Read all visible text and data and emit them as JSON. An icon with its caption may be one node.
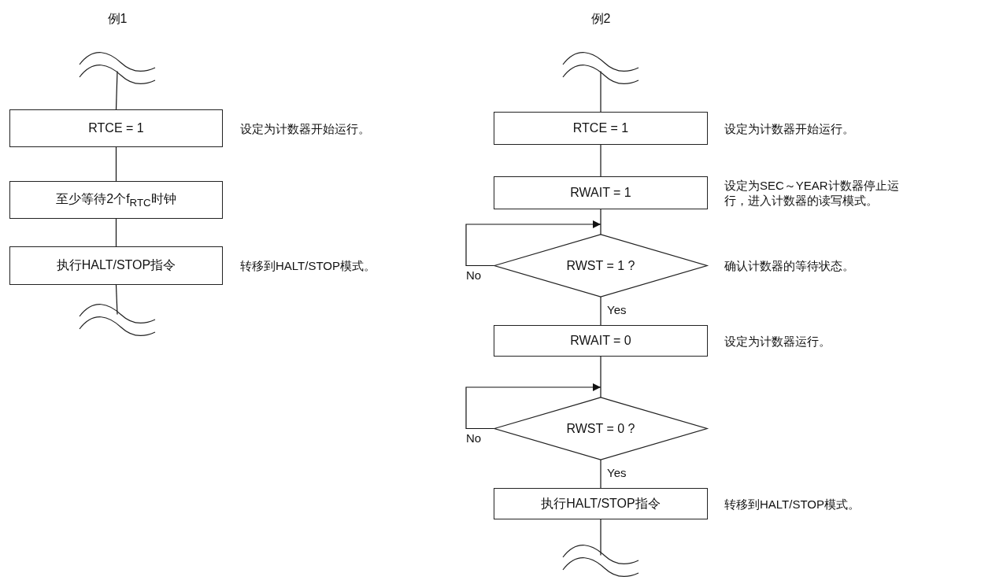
{
  "diagram": {
    "nodes": [
      {
        "text": [],
        "shape": "break"
      },
      {
        "text": [
          "RTCE = 1"
        ],
        "beside": [
          "设定为计数器开始运行。"
        ]
      },
      {
        "text": [
          "至少等待2个f$_{RTC}$时钟"
        ]
      },
      {
        "text": [
          "执行HALT/STOP指令"
        ],
        "beside": [
          "转移到HALT/STOP模式。"
        ]
      },
      {
        "text": [],
        "shape": "break"
      },
      {
        "text": [],
        "shape": "break"
      },
      {
        "text": [
          "RTCE = 1"
        ],
        "beside": [
          "设定为计数器开始运行。"
        ]
      },
      {
        "text": [
          "RWAIT = 1"
        ],
        "beside": [
          "设定为SEC～YEAR计数器停止运行，进入计数器的读写模式。"
        ]
      },
      {
        "text": [
          "RWST = 1 ?"
        ],
        "beside": [
          "确认计数器的等待状态。"
        ]
      },
      {
        "text": [
          "RWAIT = 0"
        ],
        "beside": [
          "设定为计数器运行。"
        ]
      },
      {
        "text": [
          "RWST = 0 ?"
        ]
      },
      {
        "text": [
          "执行HALT/STOP指令"
        ],
        "beside": [
          "转移到HALT/STOP模式。"
        ]
      },
      {
        "text": [],
        "shape": "break"
      }
    ],
    "edges": [
      {
        "from": 0,
        "to": 1,
        "arrow": "none"
      },
      {
        "from": 1,
        "to": 2,
        "arrow": "none"
      },
      {
        "from": 2,
        "to": 3,
        "arrow": "none"
      },
      {
        "from": 3,
        "to": 4,
        "arrow": "none"
      },
      {
        "from": 5,
        "to": 6,
        "arrow": "none"
      },
      {
        "from": 6,
        "to": 7,
        "arrow": "none"
      },
      {
        "from": 7,
        "to": 8,
        "arrow": "none"
      },
      {
        "from": 8,
        "to": 8,
        "arrow": "to",
        "label": "No"
      },
      {
        "from": 8,
        "to": 9,
        "arrow": "none",
        "label": "Yes"
      },
      {
        "from": 9,
        "to": 10,
        "arrow": "none"
      },
      {
        "from": 10,
        "to": 10,
        "arrow": "to",
        "label": "No"
      },
      {
        "from": 10,
        "to": 11,
        "arrow": "none",
        "label": "Yes"
      },
      {
        "from": 11,
        "to": 12,
        "arrow": "none"
      }
    ],
    "labels": [
      "例1",
      "例2"
    ]
  }
}
